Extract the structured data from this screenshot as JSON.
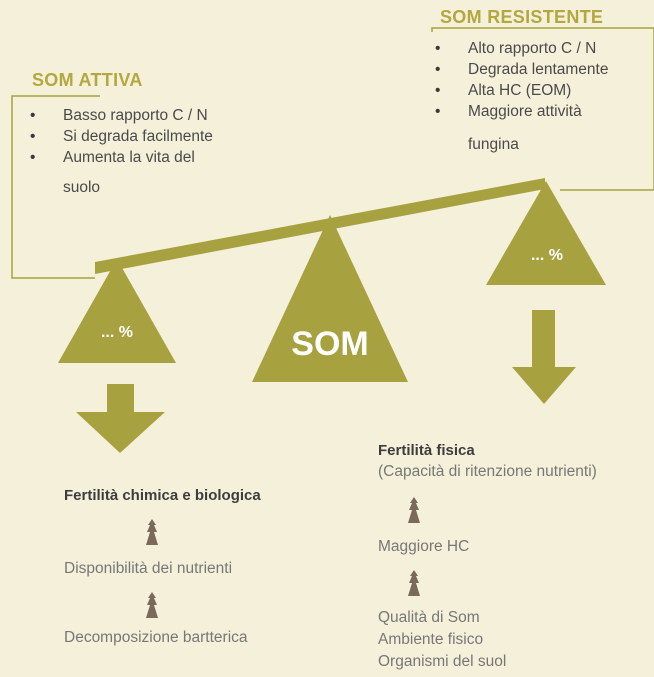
{
  "colors": {
    "background": "#f5f0da",
    "accent": "#a8a140",
    "heading": "#b3a83e",
    "small_arrow": "#7a6a5a"
  },
  "resistant": {
    "title": "SOM RESISTENTE",
    "items": [
      "Alto rapporto C / N",
      "Degrada lentamente",
      "Alta HC (EOM)",
      "Maggiore attività",
      "fungina"
    ]
  },
  "active": {
    "title": "SOM ATTIVA",
    "items": [
      "Basso rapporto C / N",
      "Si degrada facilmente",
      "Aumenta la vita del",
      "suolo"
    ]
  },
  "triangles": {
    "left_label": "... %",
    "center_label": "SOM",
    "right_label": "... %"
  },
  "left_chain": {
    "title": "Fertilità chimica e biologica",
    "step1": "Disponibilità dei nutrienti",
    "step2": "Decomposizione bartterica"
  },
  "right_chain": {
    "title": "Fertilità fisica",
    "subtitle": "(Capacità di ritenzione nutrienti)",
    "step1": "Maggiore HC",
    "step2_lines": [
      "Qualità di Som",
      "Ambiente fisico",
      "Organismi del suol"
    ]
  }
}
